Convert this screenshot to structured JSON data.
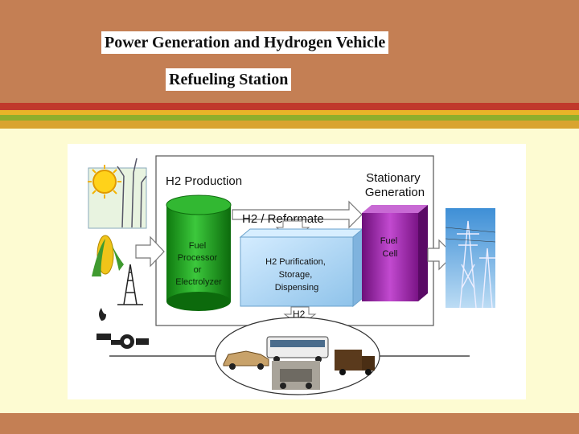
{
  "slide": {
    "title_line1": "Power Generation and Hydrogen Vehicle",
    "title_line2": "Refueling Station"
  },
  "diagram": {
    "h2_production_label": "H2 Production",
    "reformate_label": "H2 / Reformate",
    "stationary_generation_line1": "Stationary",
    "stationary_generation_line2": "Generation",
    "fuel_processor_lines": [
      "Fuel",
      "Processor",
      "or",
      "Electrolyzer"
    ],
    "purification_lines": [
      "H2 Purification,",
      "Storage,",
      "Dispensing"
    ],
    "fuel_cell_lines": [
      "Fuel",
      "Cell"
    ],
    "h2_output_label": "H2"
  },
  "colors": {
    "header_bg": "#c47f54",
    "content_bg": "#fdfbd2",
    "cylinder_green": "#1f9e1f",
    "purification_blue": "#a8d3f3",
    "fuel_cell_purple": "#9c1ea8"
  },
  "icons": [
    "sun-icon",
    "wind-turbine-icon",
    "corn-icon",
    "oil-derrick-icon",
    "gas-flame-icon",
    "pipeline-valve-icon",
    "power-tower-icon",
    "car-icon",
    "bus-icon",
    "humvee-icon",
    "delivery-truck-icon"
  ]
}
